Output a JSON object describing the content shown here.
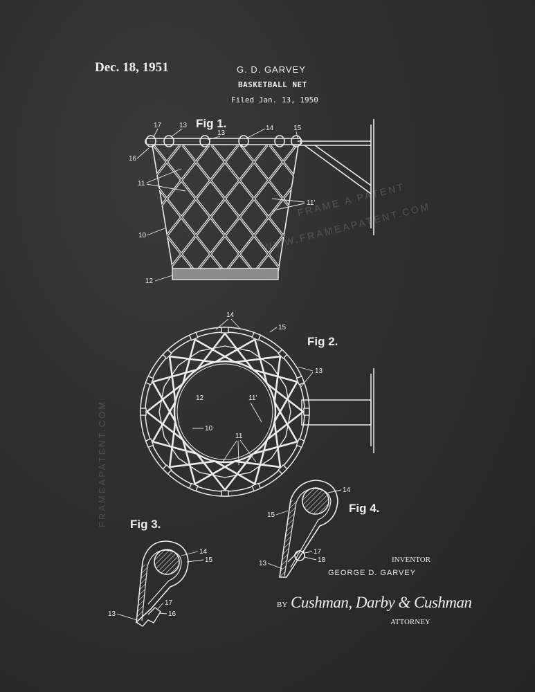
{
  "header": {
    "date": "Dec. 18, 1951",
    "inventor_short": "G. D. GARVEY",
    "title": "BASKETBALL NET",
    "filed": "Filed Jan. 13, 1950"
  },
  "figures": {
    "fig1": {
      "label": "Fig 1.",
      "refs": [
        "17",
        "13",
        "13",
        "14",
        "15",
        "16",
        "11",
        "11'",
        "10",
        "12"
      ]
    },
    "fig2": {
      "label": "Fig 2.",
      "refs": [
        "14",
        "15",
        "13",
        "12",
        "11'",
        "10",
        "11"
      ]
    },
    "fig3": {
      "label": "Fig 3.",
      "refs": [
        "14",
        "15",
        "17",
        "16",
        "13"
      ]
    },
    "fig4": {
      "label": "Fig 4.",
      "refs": [
        "14",
        "15",
        "17",
        "18",
        "13"
      ]
    }
  },
  "signature_block": {
    "inventor_label": "INVENTOR",
    "inventor_name": "GEORGE D. GARVEY",
    "by": "BY",
    "attorney_signature": "Cushman, Darby & Cushman",
    "attorney_label": "ATTORNEY"
  },
  "watermarks": {
    "vertical": "FRAMEAPATENT.COM",
    "diagonal_1": "FRAME A PATENT",
    "diagonal_2": "WWW.FRAMEAPATENT.COM"
  },
  "colors": {
    "background": "#2e2e2e",
    "ink": "#eeeeee"
  }
}
